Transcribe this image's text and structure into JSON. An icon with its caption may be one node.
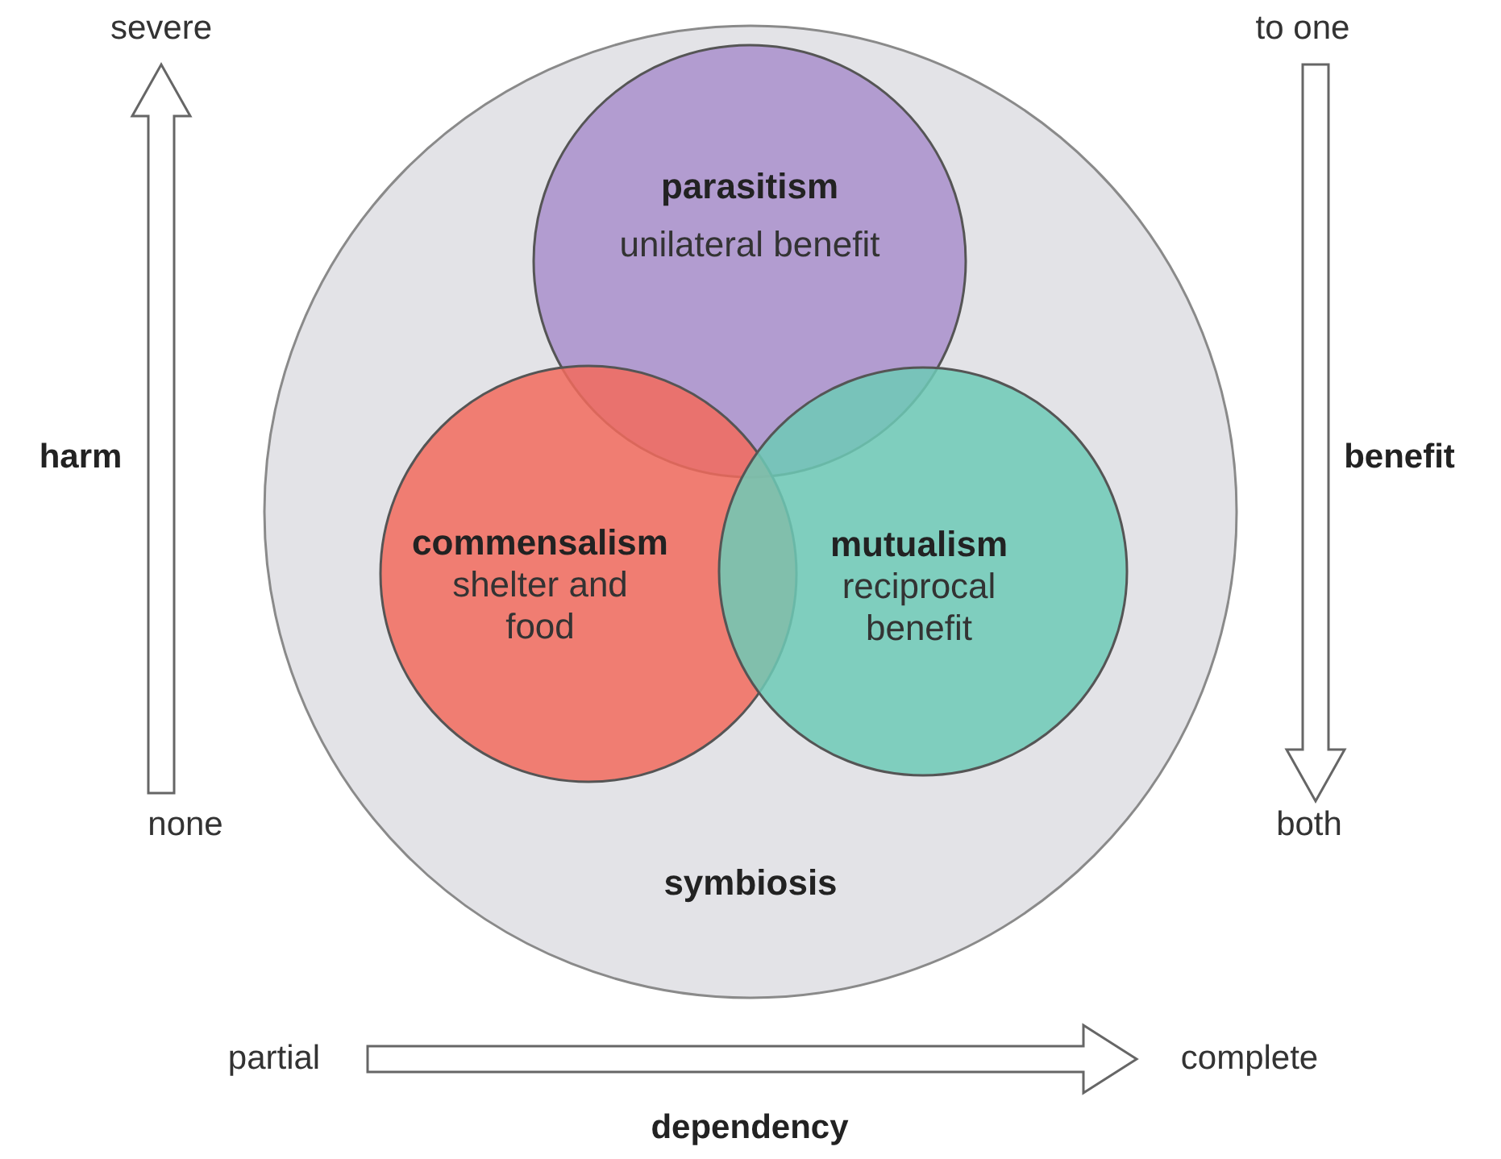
{
  "diagram": {
    "nodes": [
      {
        "text": [
          "symbiosis"
        ]
      },
      {
        "text": [
          "parasitism",
          "unilateral benefit"
        ],
        "in": 0
      },
      {
        "text": [
          "commensalism",
          "shelter and food"
        ],
        "in": 0
      },
      {
        "text": [
          "mutualism",
          "reciprocal benefit"
        ],
        "in": 0
      }
    ],
    "edges": [],
    "labels": [
      "severe",
      "to one",
      "harm",
      "benefit",
      "none",
      "both",
      "partial",
      "complete",
      "dependency"
    ]
  }
}
